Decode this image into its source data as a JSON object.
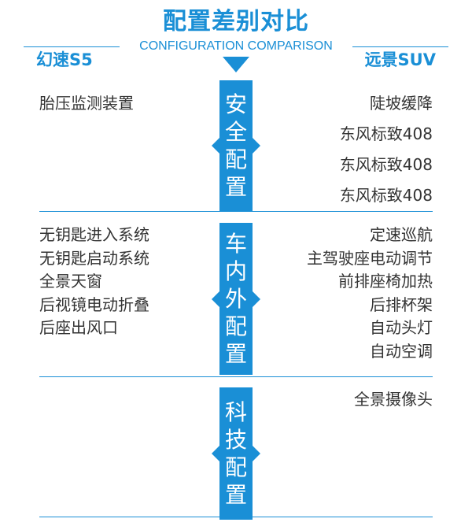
{
  "header": {
    "title": "配置差别对比",
    "subtitle": "CONFIGURATION COMPARISON",
    "left_car": "幻速S5",
    "right_car": "远景SUV"
  },
  "sections": [
    {
      "chars": [
        "安",
        "全",
        "配",
        "置"
      ],
      "left_items": [
        "胎压监测装置"
      ],
      "right_items": [
        "陡坡缓降",
        "东风标致408",
        "东风标致408",
        "东风标致408"
      ]
    },
    {
      "chars": [
        "车",
        "内",
        "外",
        "配",
        "置"
      ],
      "left_items": [
        "无钥匙进入系统",
        "无钥匙启动系统",
        "全景天窗",
        "后视镜电动折叠",
        "后座出风口"
      ],
      "right_items": [
        "定速巡航",
        "主驾驶座电动调节",
        "前排座椅加热",
        "后排杯架",
        "自动头灯",
        "自动空调"
      ]
    },
    {
      "chars": [
        "科",
        "技",
        "配",
        "置"
      ],
      "left_items": [],
      "right_items": [
        "全景摄像头"
      ]
    }
  ],
  "colors": {
    "accent": "#1a8fd6",
    "text": "#333333",
    "background": "#ffffff"
  }
}
